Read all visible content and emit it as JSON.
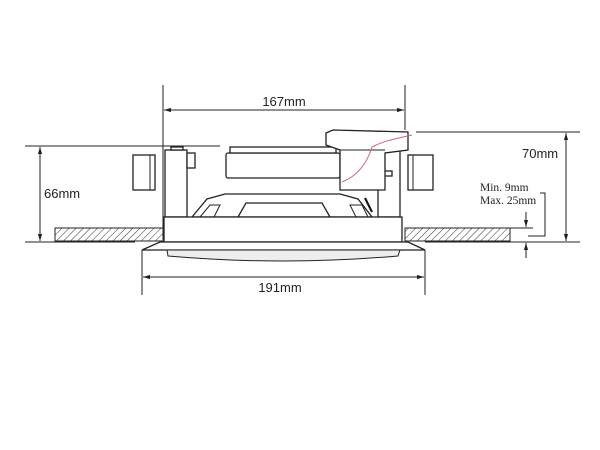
{
  "dimensions": {
    "width_top": "167mm",
    "width_bezel": "191mm",
    "height_left": "66mm",
    "height_right": "70mm",
    "ceiling_min": "Min. 9mm",
    "ceiling_max": "Max. 25mm"
  },
  "colors": {
    "wire": "#c86a7a",
    "lens": "#eeeeee"
  }
}
